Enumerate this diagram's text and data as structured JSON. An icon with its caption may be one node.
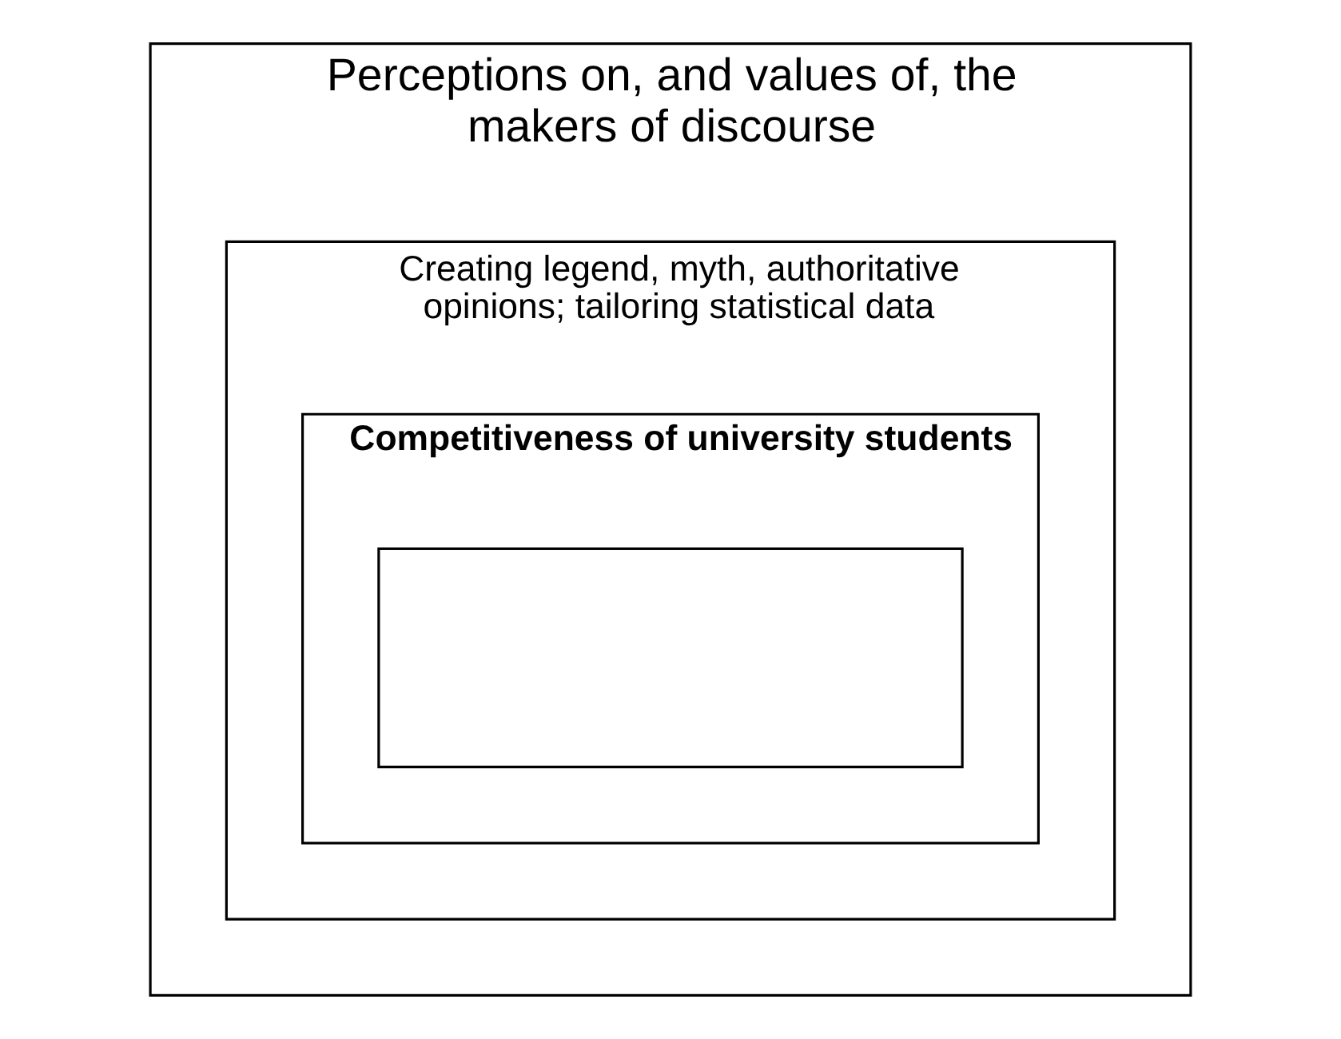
{
  "diagram": {
    "nodes": [
      {
        "text": [
          "Perceptions on, and values of, the makers of discourse"
        ]
      },
      {
        "text": [
          "Creating legend, myth, authoritative opinions; tailoring statistical data"
        ],
        "in": 0
      },
      {
        "text": [
          "Competitiveness of university students"
        ],
        "in": 1
      },
      {
        "text": [],
        "shape": "box",
        "in": 2
      }
    ]
  }
}
